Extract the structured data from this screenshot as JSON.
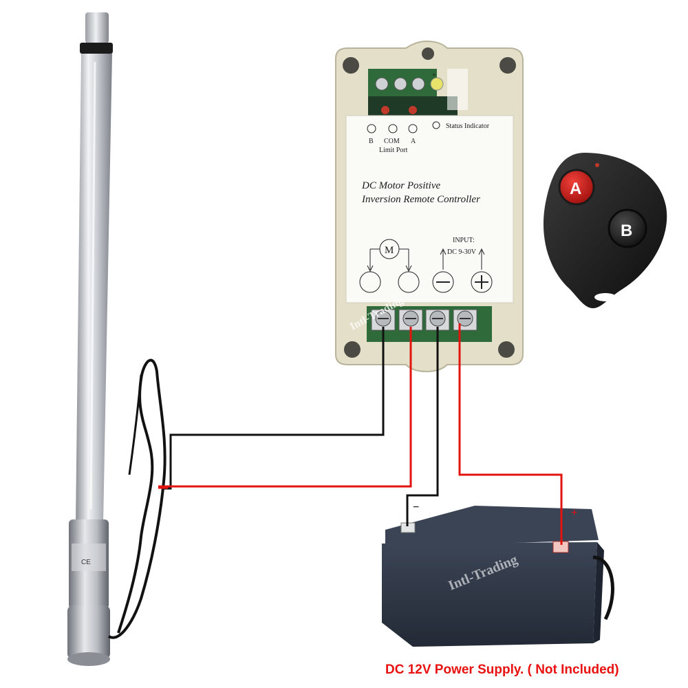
{
  "controller": {
    "title_line1": "DC Motor Positive",
    "title_line2": "Inversion Remote Controller",
    "status_indicator": "Status Indicator",
    "limit_b": "B",
    "limit_com": "COM",
    "limit_a": "A",
    "limit_port": "Limit  Port",
    "input_label": "INPUT:",
    "input_range": "DC 9-30V",
    "motor_symbol": "M",
    "plus_sign": "+"
  },
  "remote": {
    "button_a": "A",
    "button_b": "B"
  },
  "battery": {
    "minus_label": "−",
    "plus_label": "+"
  },
  "watermarks": [
    "Intl-Trading",
    "Intl-Trading"
  ],
  "caption": "DC 12V Power Supply. ( Not Included)",
  "colors": {
    "wire_black": "#111111",
    "wire_red": "#e3140f",
    "caption_red": "#e8110f",
    "controller_body": "#e3dfc8",
    "terminal_green": "#2f6a3a",
    "battery_body": "#2c3442"
  }
}
